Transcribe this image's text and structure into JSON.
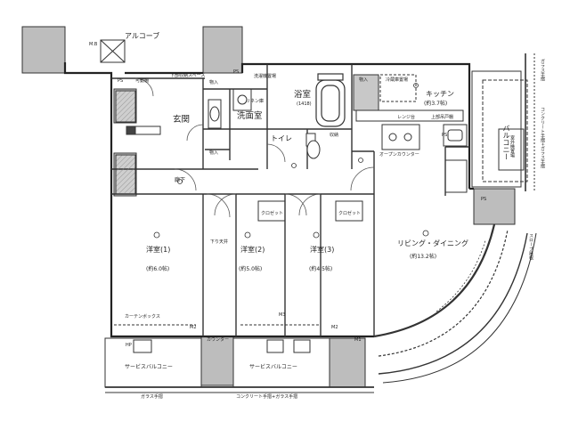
{
  "rooms": {
    "alcove": "アルコーブ",
    "entrance": "玄関",
    "washroom": "洗面室",
    "bath": "浴室",
    "bath_size": "(1418)",
    "toilet": "トイレ",
    "kitchen": "キッチン",
    "kitchen_size": "(約3.7帖)",
    "hallway": "廊下",
    "western1": "洋室(1)",
    "western1_size": "(約6.0帖)",
    "western2": "洋室(2)",
    "western2_size": "(約5.0帖)",
    "western3": "洋室(3)",
    "western3_size": "(約4.5帖)",
    "living": "リビング・ダイニング",
    "living_size": "(約13.2帖)",
    "balcony": "バルコニー",
    "service_balcony_left": "サービスバルコニー",
    "service_balcony_right": "サービスバルコニー"
  },
  "labels": {
    "mb": "M.B",
    "ps_top": "PS",
    "ps_left": "PS",
    "ps_right": "PS",
    "ps_balcony": "PS",
    "storage_entry": "物入",
    "storage_wash": "物入",
    "storage_kitchen": "物入",
    "storage_toilet": "収納",
    "storage_movable": "可動棚",
    "shoe_stock": "下部収納スペース",
    "laundry": "洗濯機置場",
    "linen": "リネン庫",
    "fridge": "冷蔵庫置場",
    "range": "レンジ台",
    "cupboard": "上部吊戸棚",
    "open_counter": "オープンカウンター",
    "closet2": "クロゼット",
    "closet3": "クロゼット",
    "downwall": "下り天井",
    "curtain_box": "カーテンボックス",
    "counter": "カウンター",
    "hp": "HP",
    "outdoor_unit": "室外機置場",
    "glass_rail_bottom": "ガラス手摺",
    "concrete_rail_bottom": "コンクリート手摺+ガラス手摺",
    "glass_rail_right_top": "ガラス手摺",
    "concrete_rail_right": "コンクリート手摺+ガラス手摺",
    "slope_roof": "スロープ屋根",
    "m1": "M1",
    "m2": "M2",
    "m3": "M3",
    "m_left": "M2",
    "m_mid": "M2"
  }
}
